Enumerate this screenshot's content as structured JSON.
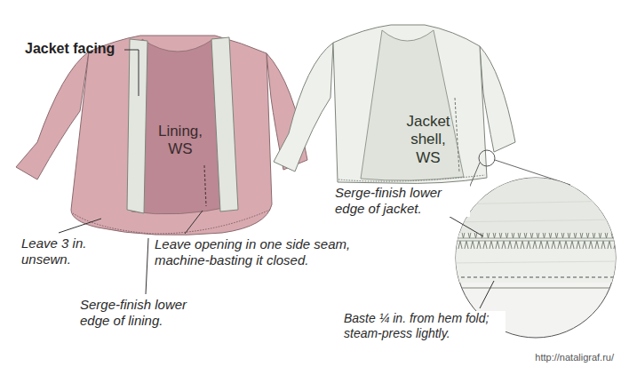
{
  "diagram": {
    "labels": [
      "Jacket facing",
      "Lining, WS",
      "Jacket shell, WS",
      "Leave 3 in. unsewn.",
      "Leave opening in one side seam, machine-basting it closed.",
      "Serge-finish lower edge of jacket.",
      "Serge-finish lower edge of lining.",
      "Baste ¼ in. from hem fold; steam-press lightly.",
      "http://nataligraf.ru/"
    ]
  }
}
